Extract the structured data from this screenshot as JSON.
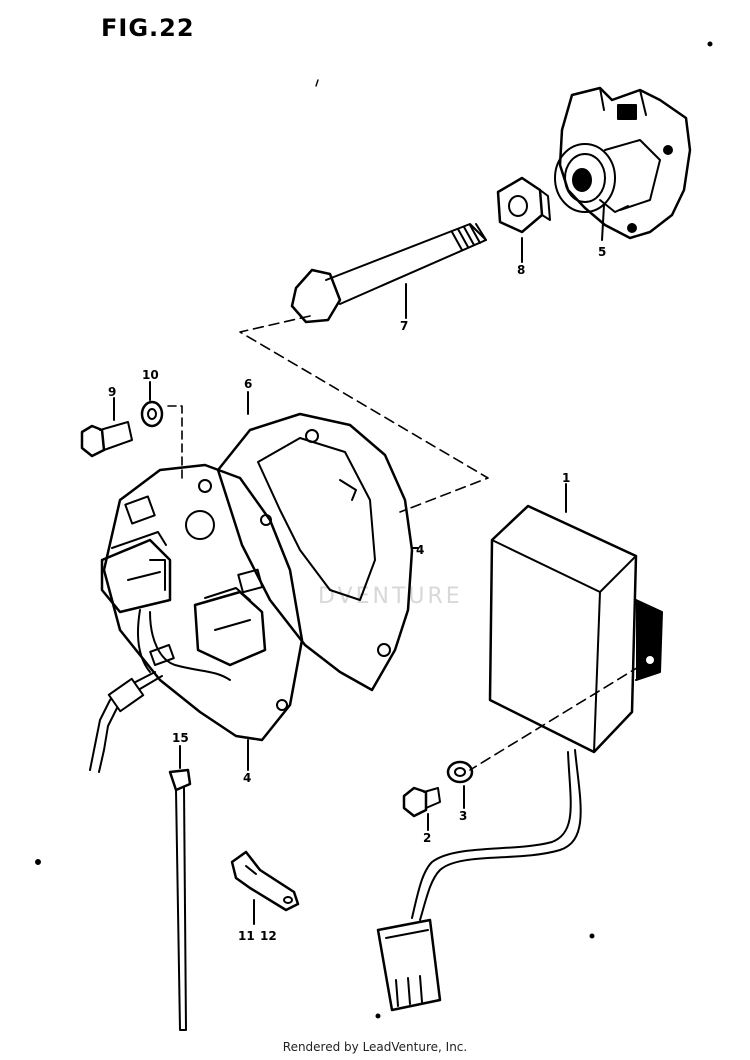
{
  "figure": {
    "title": "FIG.22"
  },
  "watermark": "DVENTURE",
  "callouts": [
    {
      "id": "part-1",
      "label": "1"
    },
    {
      "id": "part-2",
      "label": "2"
    },
    {
      "id": "part-3",
      "label": "3"
    },
    {
      "id": "part-4a",
      "label": "4"
    },
    {
      "id": "part-4b",
      "label": "4"
    },
    {
      "id": "part-5",
      "label": "5"
    },
    {
      "id": "part-6",
      "label": "6"
    },
    {
      "id": "part-7",
      "label": "7"
    },
    {
      "id": "part-8",
      "label": "8"
    },
    {
      "id": "part-9",
      "label": "9"
    },
    {
      "id": "part-10",
      "label": "10"
    },
    {
      "id": "part-11",
      "label": "11"
    },
    {
      "id": "part-12",
      "label": "12"
    },
    {
      "id": "part-15",
      "label": "15"
    }
  ],
  "footer": "Rendered by LeadVenture, Inc."
}
